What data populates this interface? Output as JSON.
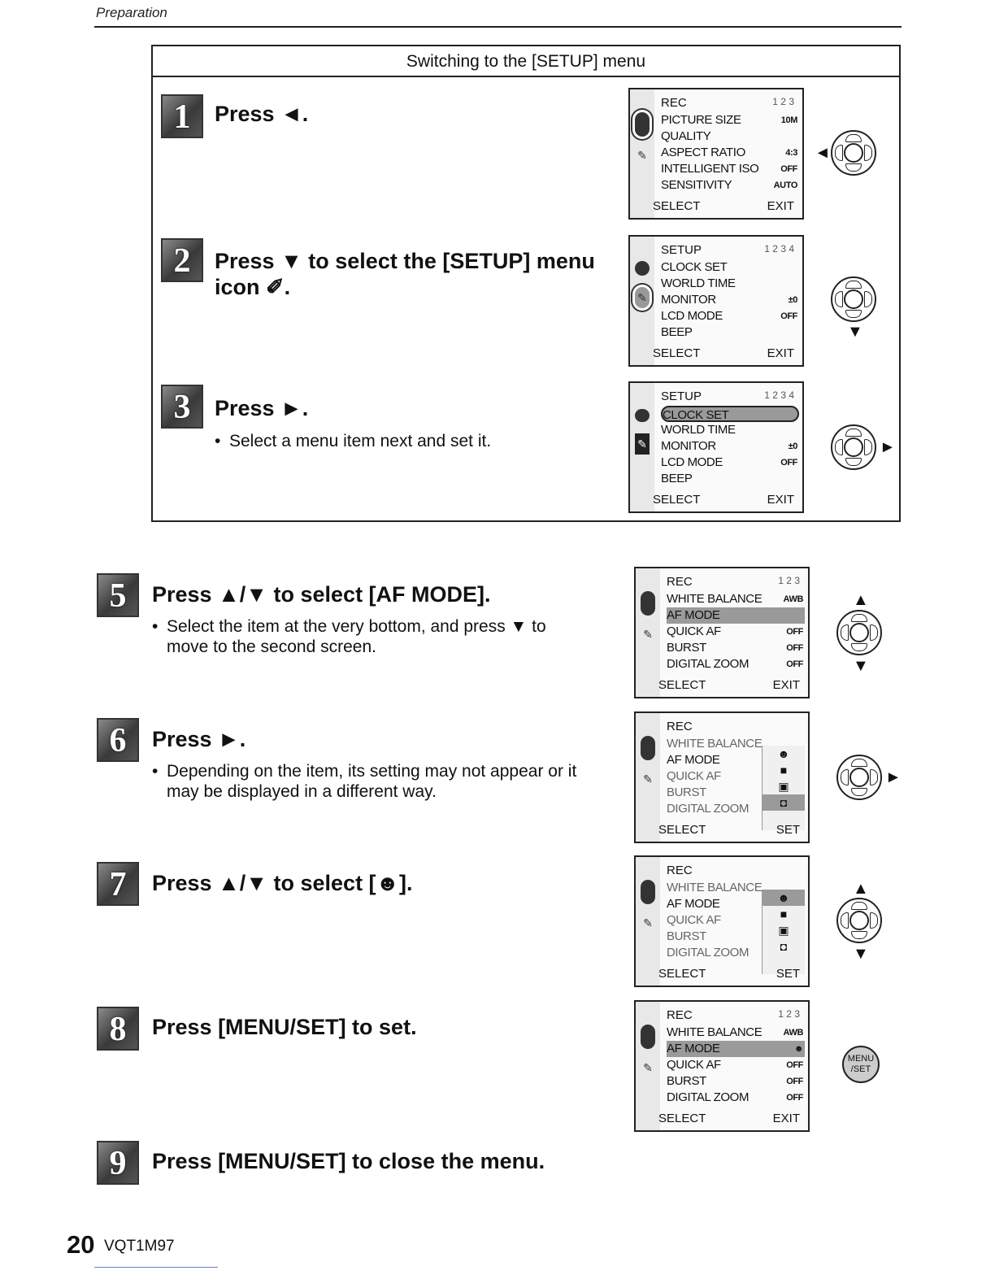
{
  "header": {
    "section": "Preparation"
  },
  "setup_box": {
    "title": "Switching to the [SETUP] menu",
    "steps": [
      {
        "num": "1",
        "title": "Press ◄."
      },
      {
        "num": "2",
        "title_line1": "Press ▼ to select the [SETUP] menu",
        "title_line2": "icon ✐."
      },
      {
        "num": "3",
        "title": "Press ►.",
        "note": "Select a menu item next and set it."
      }
    ]
  },
  "steps": [
    {
      "num": "5",
      "title": "Press ▲/▼ to select [AF MODE].",
      "note_line1": "Select the item at the very bottom, and press ▼ to",
      "note_line2": "move to the second screen."
    },
    {
      "num": "6",
      "title": "Press ►.",
      "note_line1": "Depending on the item, its setting may not appear or it",
      "note_line2": "may be displayed in a different way."
    },
    {
      "num": "7",
      "title": "Press ▲/▼ to select [☻]."
    },
    {
      "num": "8",
      "title": "Press [MENU/SET] to set."
    },
    {
      "num": "9",
      "title": "Press [MENU/SET] to close the menu."
    }
  ],
  "screens": {
    "rec1": {
      "head": "REC",
      "page": "1 2 3",
      "rows": [
        {
          "label": "PICTURE SIZE",
          "value": "10M"
        },
        {
          "label": "QUALITY",
          "value": ""
        },
        {
          "label": "ASPECT RATIO",
          "value": "4:3"
        },
        {
          "label": "INTELLIGENT ISO",
          "value": "OFF"
        },
        {
          "label": "SENSITIVITY",
          "value": "AUTO"
        }
      ],
      "footer_left": "SELECT",
      "footer_right": "EXIT"
    },
    "setup": {
      "head": "SETUP",
      "page": "1 2 3 4",
      "rows": [
        {
          "label": "CLOCK SET",
          "value": ""
        },
        {
          "label": "WORLD TIME",
          "value": ""
        },
        {
          "label": "MONITOR",
          "value": "±0"
        },
        {
          "label": "LCD MODE",
          "value": "OFF"
        },
        {
          "label": "BEEP",
          "value": ""
        }
      ],
      "footer_left": "SELECT",
      "footer_right": "EXIT"
    },
    "rec2": {
      "head": "REC",
      "page": "1 2 3",
      "rows": [
        {
          "label": "WHITE BALANCE",
          "value": "AWB"
        },
        {
          "label": "AF MODE",
          "value": ""
        },
        {
          "label": "QUICK AF",
          "value": "OFF"
        },
        {
          "label": "BURST",
          "value": "OFF"
        },
        {
          "label": "DIGITAL ZOOM",
          "value": "OFF"
        }
      ],
      "footer_left": "SELECT",
      "footer_right": "EXIT",
      "footer_set": "SET"
    },
    "menu_button": {
      "line1": "MENU",
      "line2": "/SET"
    }
  },
  "footer": {
    "page_number": "20",
    "code": "VQT1M97"
  }
}
